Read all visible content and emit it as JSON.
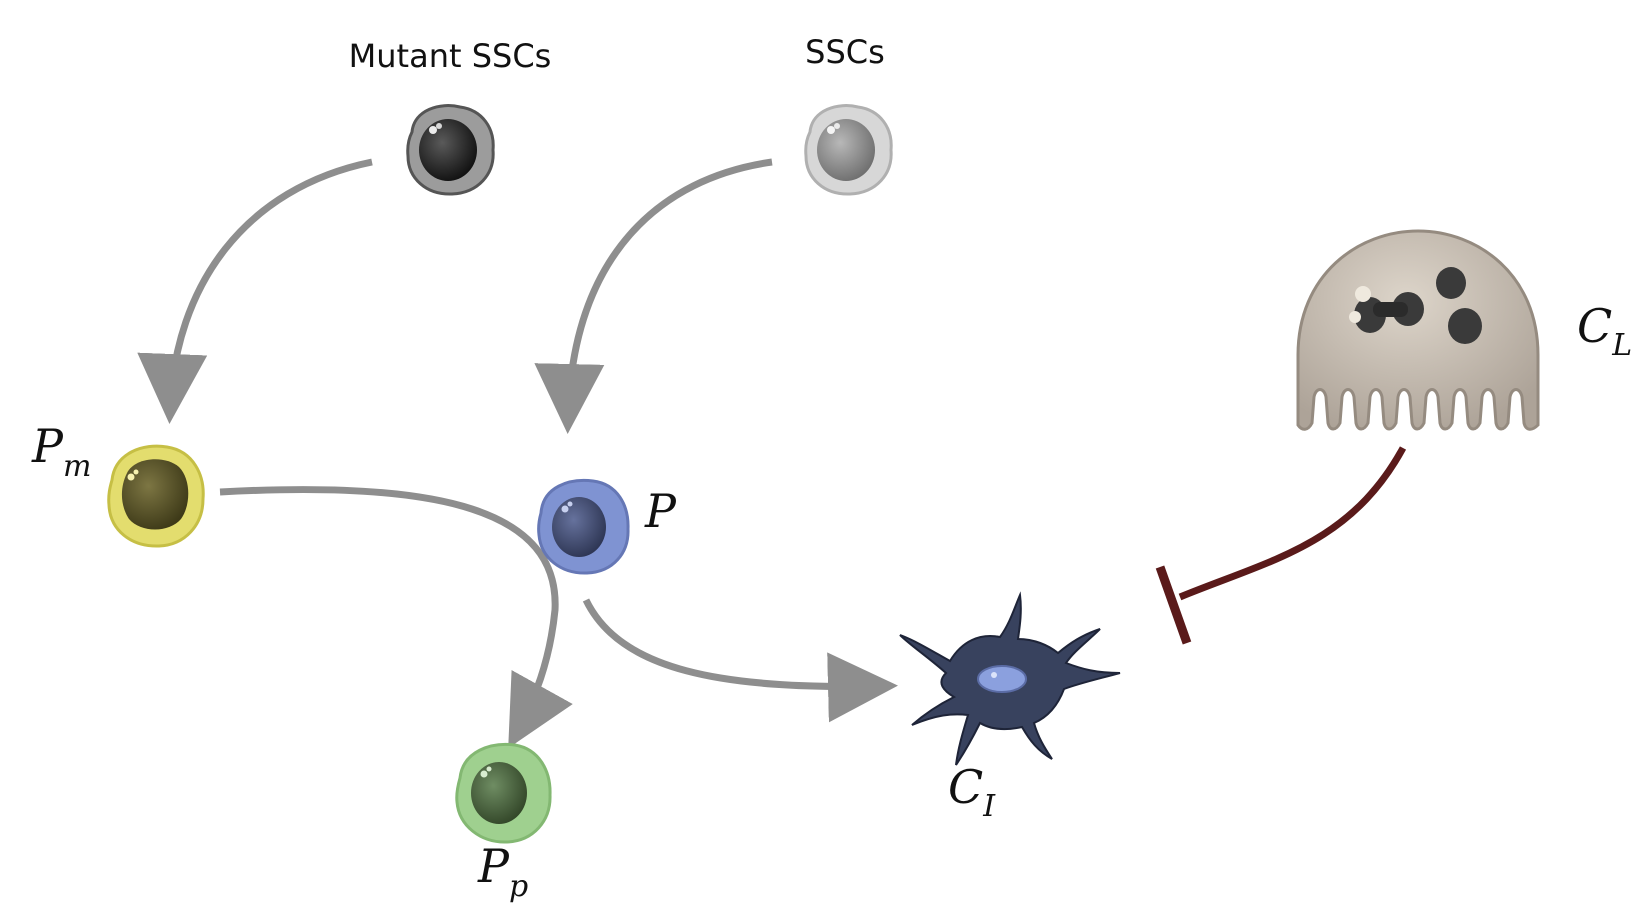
{
  "labels": {
    "mutant_sscs": "Mutant SSCs",
    "sscs": "SSCs",
    "pm_main": "P",
    "pm_sub": "m",
    "p_main": "P",
    "pp_main": "P",
    "pp_sub": "p",
    "ci_main": "C",
    "ci_sub": "I",
    "cl_main": "C",
    "cl_sub": "L"
  },
  "colors": {
    "activation_arrow": "#8e8e8e",
    "inhibition_arrow": "#5a1a1a",
    "mutant_ssc_cell": "#222222",
    "ssc_cell": "#8f8f8f",
    "pm_cell": "#57512a",
    "pm_membrane": "#e3dd6e",
    "p_cell": "#414b6f",
    "p_membrane": "#7f93d2",
    "pp_cell": "#4d6644",
    "pp_membrane": "#9fd08f",
    "ci_cell": "#38425e",
    "ci_nucleus": "#8ba0de",
    "cl_cell": "#c8bfb3",
    "cl_nucleus": "#3a3a3a"
  },
  "icons": {
    "mutant_ssc": "mutant-ssc-cell-icon",
    "ssc": "ssc-cell-icon",
    "pm": "mutant-progenitor-cell-icon",
    "p": "progenitor-cell-icon",
    "pp": "pp-cell-icon",
    "ci": "ci-cell-icon",
    "cl": "cl-cell-icon"
  }
}
